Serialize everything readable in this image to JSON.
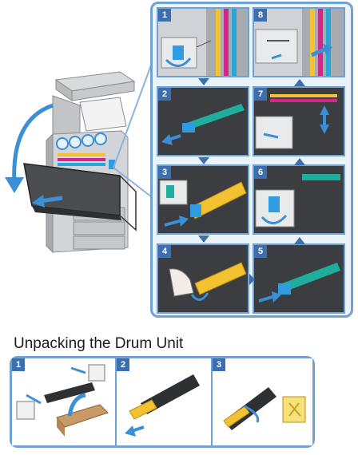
{
  "procedure": {
    "steps": [
      {
        "number": "1"
      },
      {
        "number": "2"
      },
      {
        "number": "3"
      },
      {
        "number": "4"
      },
      {
        "number": "5"
      },
      {
        "number": "6"
      },
      {
        "number": "7"
      },
      {
        "number": "8"
      }
    ]
  },
  "unpacking": {
    "title": "Unpacking the Drum Unit",
    "steps": [
      {
        "number": "1"
      },
      {
        "number": "2"
      },
      {
        "number": "3"
      }
    ]
  },
  "colors": {
    "frame_border": "#6fa1d3",
    "step_badge": "#3d6fae",
    "arrow": "#3b8fd6",
    "drum_yellow": "#f2c230",
    "release_blue": "#2f9be0"
  }
}
